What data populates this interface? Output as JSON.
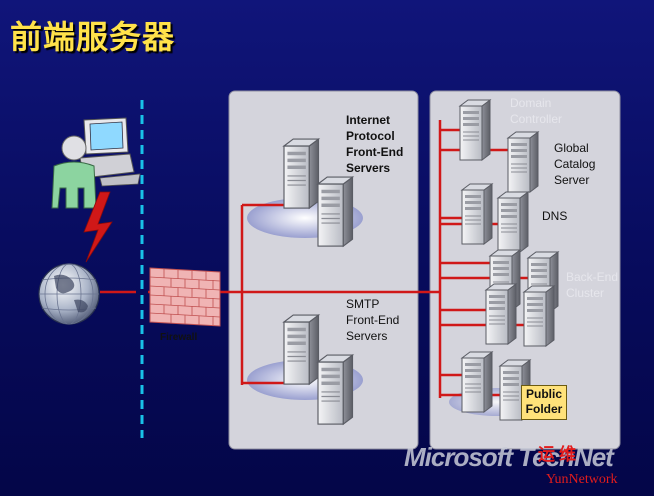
{
  "title": "前端服务器",
  "labels": {
    "internet_protocol": [
      "Internet",
      "Protocol",
      "Front-End",
      "Servers"
    ],
    "smtp": [
      "SMTP",
      "Front-End",
      "Servers"
    ],
    "domain_controller": [
      "Domain",
      "Controller"
    ],
    "global_catalog": [
      "Global",
      "Catalog",
      "Server"
    ],
    "dns": "DNS",
    "backend_cluster": [
      "Back-End",
      "Cluster"
    ],
    "public_folder": [
      "Public",
      "Folder"
    ],
    "firewall": "Firewall"
  },
  "footer": "Microsoft TechNet",
  "watermark": {
    "cn": "运维",
    "en": "YunNetwork"
  },
  "colors": {
    "title": "#ffe24a",
    "background": "#0a0f6a",
    "panel": "#d4d4dc",
    "link": "#d01818",
    "dashed_line": "#19c2e8",
    "watermark": "#e21c1c"
  },
  "icons": [
    "computer-icon",
    "user-icon",
    "globe-icon",
    "lightning-icon",
    "firewall-icon",
    "server-icon"
  ]
}
